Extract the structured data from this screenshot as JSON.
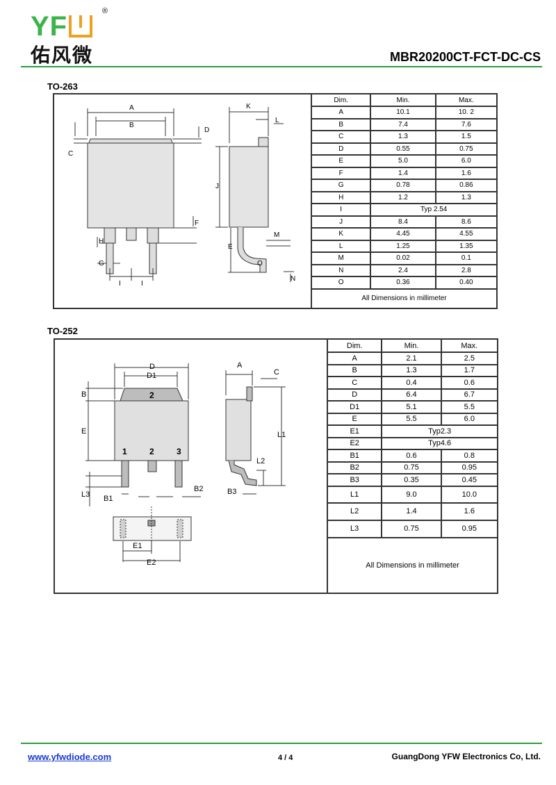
{
  "header": {
    "logo_text": "YF",
    "logo_reg": "®",
    "logo_cn": "佑风微",
    "title": "MBR20200CT-FCT-DC-CS"
  },
  "colors": {
    "brand_green": "#2e9a3e",
    "brand_orange": "#f0a020"
  },
  "to263": {
    "title": "TO-263",
    "headers": [
      "Dim.",
      "Min.",
      "Max."
    ],
    "rows": [
      [
        "A",
        "10.1",
        "10. 2"
      ],
      [
        "B",
        "7.4",
        "7.6"
      ],
      [
        "C",
        "1.3",
        "1.5"
      ],
      [
        "D",
        "0.55",
        "0.75"
      ],
      [
        "E",
        "5.0",
        "6.0"
      ],
      [
        "F",
        "1.4",
        "1.6"
      ],
      [
        "G",
        "0.78",
        "0.86"
      ],
      [
        "H",
        "1.2",
        "1.3"
      ],
      [
        "I",
        "Typ 2.54",
        ""
      ],
      [
        "J",
        "8.4",
        "8.6"
      ],
      [
        "K",
        "4.45",
        "4.55"
      ],
      [
        "L",
        "1.25",
        "1.35"
      ],
      [
        "M",
        "0.02",
        "0.1"
      ],
      [
        "N",
        "2.4",
        "2.8"
      ],
      [
        "O",
        "0.36",
        "0.40"
      ]
    ],
    "note": "All Dimensions in millimeter",
    "drawing_labels": [
      "A",
      "B",
      "C",
      "D",
      "F",
      "H",
      "G",
      "I",
      "I",
      "K",
      "L",
      "J",
      "M",
      "E",
      "O",
      "N"
    ]
  },
  "to252": {
    "title": "TO-252",
    "headers": [
      "Dim.",
      "Min.",
      "Max."
    ],
    "rows": [
      [
        "A",
        "2.1",
        "2.5"
      ],
      [
        "B",
        "1.3",
        "1.7"
      ],
      [
        "C",
        "0.4",
        "0.6"
      ],
      [
        "D",
        "6.4",
        "6.7"
      ],
      [
        "D1",
        "5.1",
        "5.5"
      ],
      [
        "E",
        "5.5",
        "6.0"
      ],
      [
        "E1",
        "Typ2.3",
        ""
      ],
      [
        "E2",
        "Typ4.6",
        ""
      ],
      [
        "B1",
        "0.6",
        "0.8"
      ],
      [
        "B2",
        "0.75",
        "0.95"
      ],
      [
        "B3",
        "0.35",
        "0.45"
      ],
      [
        "L1",
        "9.0",
        "10.0"
      ],
      [
        "L2",
        "1.4",
        "1.6"
      ],
      [
        "L3",
        "0.75",
        "0.95"
      ]
    ],
    "note": "All Dimensions in millimeter",
    "drawing_labels": [
      "D",
      "D1",
      "B",
      "2",
      "E",
      "1",
      "2",
      "3",
      "L3",
      "B1",
      "B2",
      "A",
      "C",
      "L1",
      "L2",
      "B3",
      "E1",
      "E2"
    ]
  },
  "footer": {
    "link": "www.yfwdiode.com",
    "page": "4 / 4",
    "company": "GuangDong YFW Electronics Co, Ltd."
  }
}
